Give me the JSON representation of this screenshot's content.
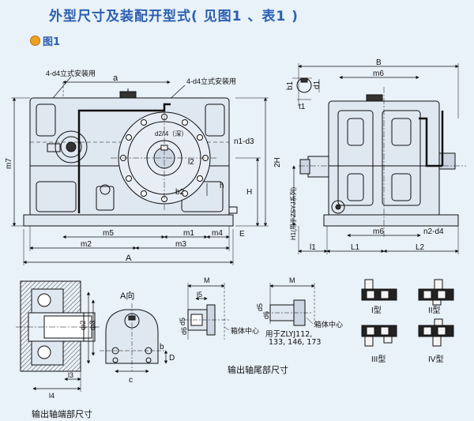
{
  "title": "外型尺寸及装配开型式( 见图1 、表1 )",
  "figure_label": "图1",
  "front_view": {
    "note_left": "4-d4立式安装用",
    "note_right": "4-d4立式安装用",
    "dim_a": "a",
    "dim_m7": "m7",
    "dim_2H": "2H",
    "dim_H": "H",
    "dim_E": "E",
    "dim_h": "h",
    "dim_b2": "b2",
    "dim_l2": "l2",
    "dim_d2h4": "d2/l4（深）",
    "dim_n1d3": "n1-d3",
    "dim_m5": "m5",
    "dim_m1": "m1",
    "dim_m4": "m4",
    "dim_m2": "m2",
    "dim_m3": "m3",
    "dim_A": "A"
  },
  "side_view": {
    "dim_B": "B",
    "dim_m6_top": "m6",
    "dim_m6_bottom": "m6",
    "dim_b1": "b1",
    "dim_d1": "d1",
    "dim_t1": "t1",
    "dim_H1": "H1(用于ZSYJ系列)",
    "dim_n2d4": "n2-d4",
    "dim_l1": "l1",
    "dim_L1": "L1",
    "dim_L2": "L2"
  },
  "output_end": {
    "dim_phi2": "ф2",
    "dim_phi3": "ф3",
    "dim_l4": "l4",
    "dim_l3": "l3",
    "caption": "输出轴端部尺寸"
  },
  "a_view": {
    "title": "A向",
    "dim_D": "D",
    "dim_b": "b",
    "dim_c": "c"
  },
  "tail_a": {
    "dim_M": "M",
    "dim_l5": "l5",
    "dim_d5": "d5",
    "dim_d6": "d6",
    "note": "箱体中心"
  },
  "tail_b": {
    "dim_M": "M",
    "dim_d5": "d5",
    "dim_d6": "d6",
    "note": "箱体中心",
    "used_for_1": "用于ZLYJ112,",
    "used_for_2": "133, 146, 173"
  },
  "tail_caption": "输出轴尾部尺寸",
  "types": [
    "I型",
    "II型",
    "III型",
    "IV型"
  ]
}
